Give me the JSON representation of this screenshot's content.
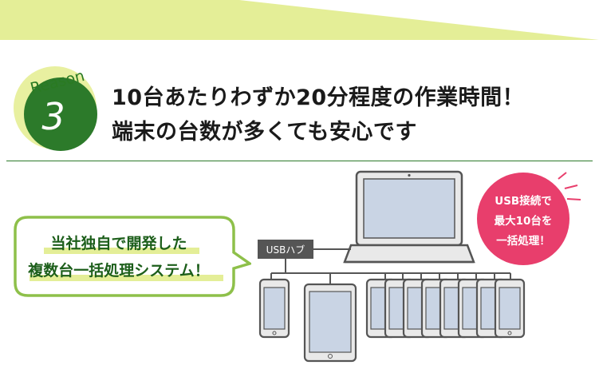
{
  "heading": {
    "line1": "10台あたりわずか20分程度の作業時間！",
    "line2": "端末の台数が多くても安心です"
  },
  "badge": {
    "word": "Reason",
    "number": "3"
  },
  "callout": {
    "line1": "当社独自で開発した",
    "line2": "複数台一括処理システム！"
  },
  "burst": {
    "line1": "USB接続で",
    "line2": "最大10台を",
    "line3": "一括処理！"
  },
  "diagram": {
    "hub_label": "USBハブ"
  },
  "colors": {
    "banner": "#e4ee97",
    "badge_green": "#2c7a2a",
    "badge_light": "#e8f0a0",
    "callout_border": "#8ec04a",
    "burst": "#e83e6c",
    "rule": "#2c7a2a"
  }
}
